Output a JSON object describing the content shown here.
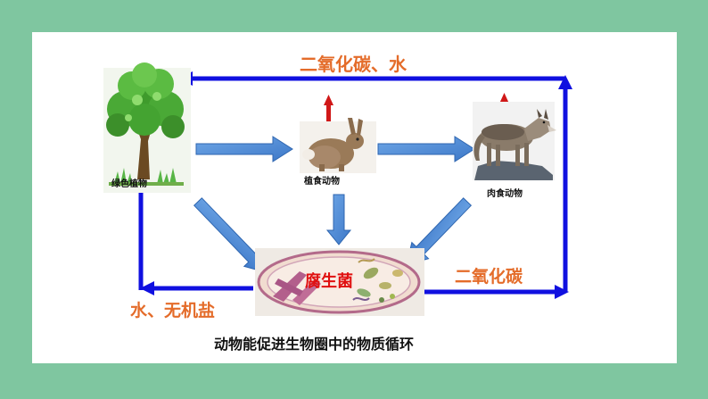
{
  "diagram": {
    "nodes": {
      "plant": {
        "label": "绿色植物"
      },
      "herbivore": {
        "label": "植食动物"
      },
      "carnivore": {
        "label": "肉食动物"
      },
      "decomposer": {
        "label": "腐生菌"
      }
    },
    "flows": {
      "top_label": "二氧化碳、水",
      "bottom_right_label": "二氧化碳",
      "bottom_left_label": "水、无机盐"
    },
    "caption": "动物能促进生物圈中的物质循环"
  },
  "colors": {
    "background": "#7fc6a0",
    "cycle_arrow": "#1010e0",
    "flow_arrow": "#4a86d6",
    "label_orange": "#e46c2a",
    "decomposer_text": "#e01010",
    "up_arrow": "#d01818"
  }
}
